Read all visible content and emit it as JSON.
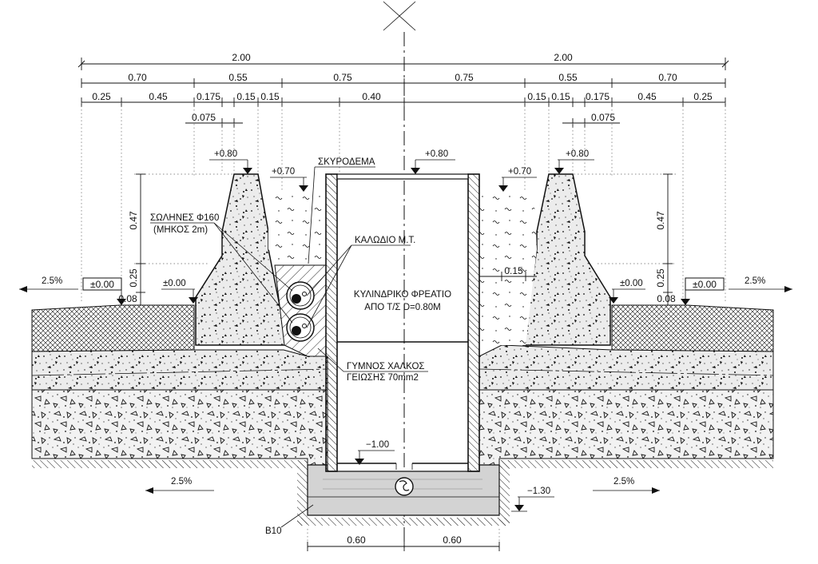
{
  "dimensions": {
    "top_total_left": "2.00",
    "top_total_right": "2.00",
    "row2_left": [
      "0.70",
      "0.55",
      "0.75"
    ],
    "row2_right": [
      "0.75",
      "0.55",
      "0.70"
    ],
    "row3_left": [
      "0.25",
      "0.45",
      "0.175",
      "0.15",
      "0.15",
      "0.40"
    ],
    "row3_right": [
      "0.15",
      "0.15",
      "0.175",
      "0.45",
      "0.25"
    ],
    "sub_left": "0.075",
    "sub_right": "0.075",
    "height_047_left": "0.47",
    "height_025_left": "0.25",
    "height_008_left": "0.08",
    "height_047_right": "0.47",
    "height_025_right": "0.25",
    "height_008_right": "0.08",
    "inner_015": "0.15",
    "bottom_left": "0.60",
    "bottom_right": "0.60"
  },
  "levels": {
    "curb_top_left": "+0.80",
    "curb_top_right": "+0.80",
    "manhole_top": "+0.80",
    "fill_left": "+0.70",
    "fill_right": "+0.70",
    "ground_left": "±0.00",
    "ground_right": "±0.00",
    "box_left": "±0.00",
    "box_right": "±0.00",
    "inner_bottom": "−1.00",
    "excavation_bottom": "−1.30"
  },
  "slopes": {
    "top_left": "2.5%",
    "top_right": "2.5%",
    "bottom_left": "2.5%",
    "bottom_right": "2.5%"
  },
  "labels": {
    "concrete": "ΣΚΥΡΟΔΕΜΑ",
    "pipes_line1": "ΣΩΛΗΝΕΣ Φ160",
    "pipes_line2": "(ΜΗΚΟΣ 2m)",
    "cable": "ΚΑΛΩΔΙΟ Μ.Τ.",
    "manhole_line1": "ΚΥΛΙΝΔΡΙΚΟ ΦΡΕΑΤΙΟ",
    "manhole_line2": "ΑΠΟ Τ/Σ  D=0.80M",
    "copper_line1": "ΓΥΜΝΟΣ ΧΑΛΚΟΣ",
    "copper_line2": "ΓΕΙΩΣΗΣ 70mm2",
    "base_concrete": "B10"
  },
  "colors": {
    "ink": "#111111",
    "gravel_fill": "#e9e9e9",
    "base_fill": "#d2d2d2",
    "background": "#ffffff"
  }
}
